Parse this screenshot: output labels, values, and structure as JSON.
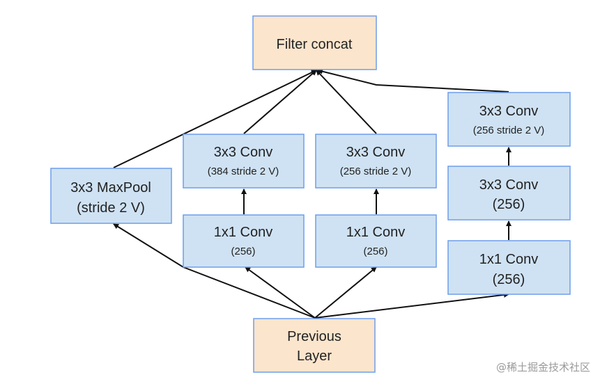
{
  "colors": {
    "conv_fill": "#cfe2f3",
    "conv_stroke": "#6d9eeb",
    "io_fill": "#fce5cd",
    "io_stroke": "#6d9eeb",
    "arrow": "#111111"
  },
  "nodes": {
    "filter_concat": {
      "line1": "Filter concat"
    },
    "previous_layer": {
      "line1": "Previous",
      "line2": "Layer"
    },
    "maxpool": {
      "line1": "3x3 MaxPool",
      "line2": "(stride 2 V)"
    },
    "b2_conv3": {
      "line1": "3x3 Conv",
      "line2": "(384 stride 2 V)"
    },
    "b2_conv1": {
      "line1": "1x1 Conv",
      "line2": "(256)"
    },
    "b3_conv3": {
      "line1": "3x3 Conv",
      "line2": "(256 stride 2 V)"
    },
    "b3_conv1": {
      "line1": "1x1 Conv",
      "line2": "(256)"
    },
    "b4_conv3_top": {
      "line1": "3x3 Conv",
      "line2": "(256 stride 2 V)"
    },
    "b4_conv3_mid": {
      "line1": "3x3 Conv",
      "line2": "(256)"
    },
    "b4_conv1": {
      "line1": "1x1 Conv",
      "line2": "(256)"
    }
  },
  "watermark": "@稀土掘金技术社区"
}
